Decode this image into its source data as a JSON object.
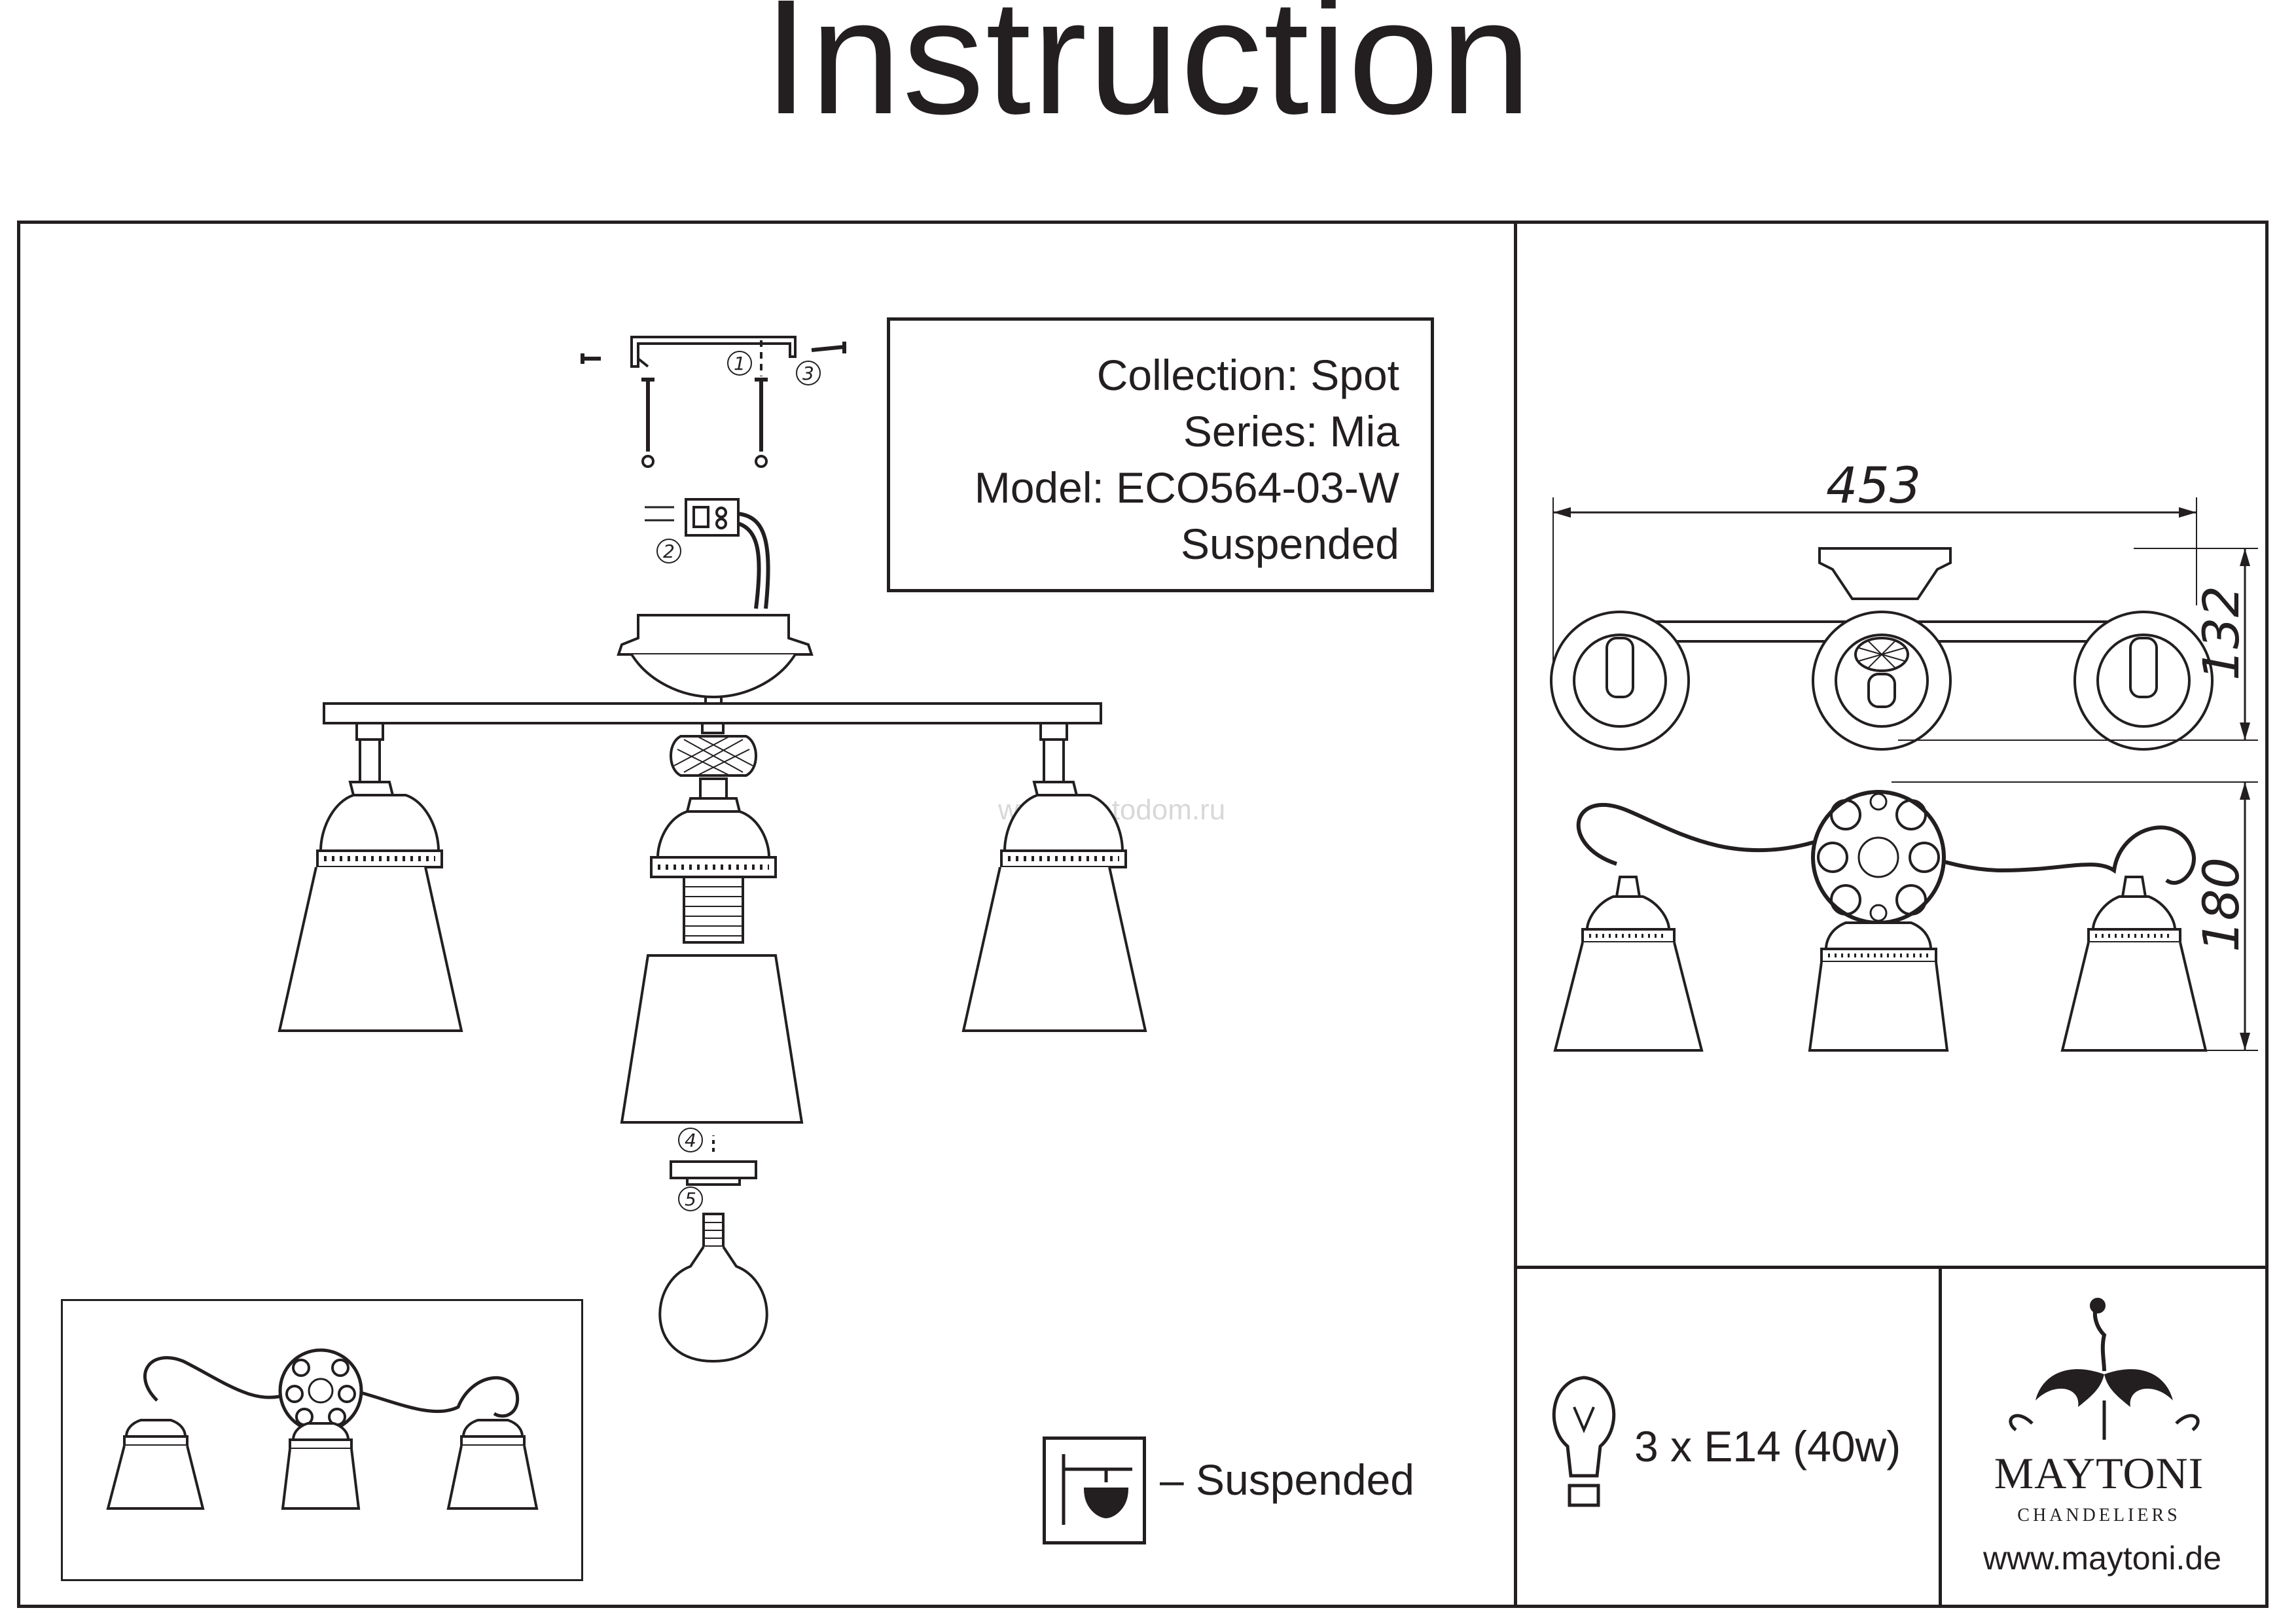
{
  "page": {
    "title": "Instruction"
  },
  "product": {
    "collection": "Collection: Spot",
    "series": "Series: Mia",
    "model": "Model: ECO564-03-W",
    "mount_type": "Suspended"
  },
  "assembly": {
    "callouts": [
      "1",
      "2",
      "3",
      "4",
      "5"
    ]
  },
  "dimensions": {
    "width": "453",
    "depth": "132",
    "height": "180"
  },
  "legend": {
    "suspended": "– Suspended"
  },
  "bulb": {
    "spec": "3 x E14 (40w)"
  },
  "brand": {
    "name": "MAYTONI",
    "subtitle": "CHANDELIERS",
    "url": "www.maytoni.de"
  },
  "watermark": "www.svetodom.ru",
  "colors": {
    "ink": "#231f20",
    "paper": "#ffffff",
    "watermark": "#d8d8d8"
  }
}
